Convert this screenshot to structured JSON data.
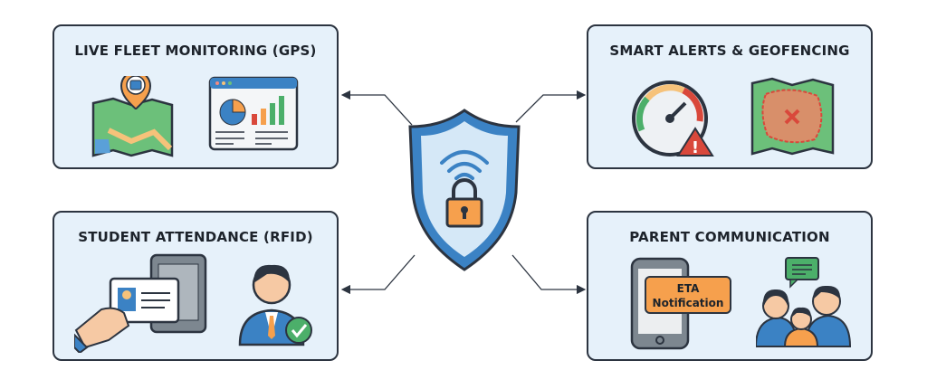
{
  "center": {
    "label": "security-shield-lock"
  },
  "boxes": [
    {
      "title": "LIVE FLEET MONITORING (GPS)"
    },
    {
      "title": "SMART ALERTS & GEOFENCING"
    },
    {
      "title": "STUDENT ATTENDANCE (RFID)"
    },
    {
      "title": "PARENT COMMUNICATION",
      "notification": [
        "ETA",
        "Notification"
      ]
    }
  ],
  "colors": {
    "box_bg": "#e6f1fa",
    "border": "#2c3440",
    "blue": "#3b82c4",
    "orange": "#f6a04d",
    "green": "#4caf6a",
    "red": "#d9483b"
  }
}
